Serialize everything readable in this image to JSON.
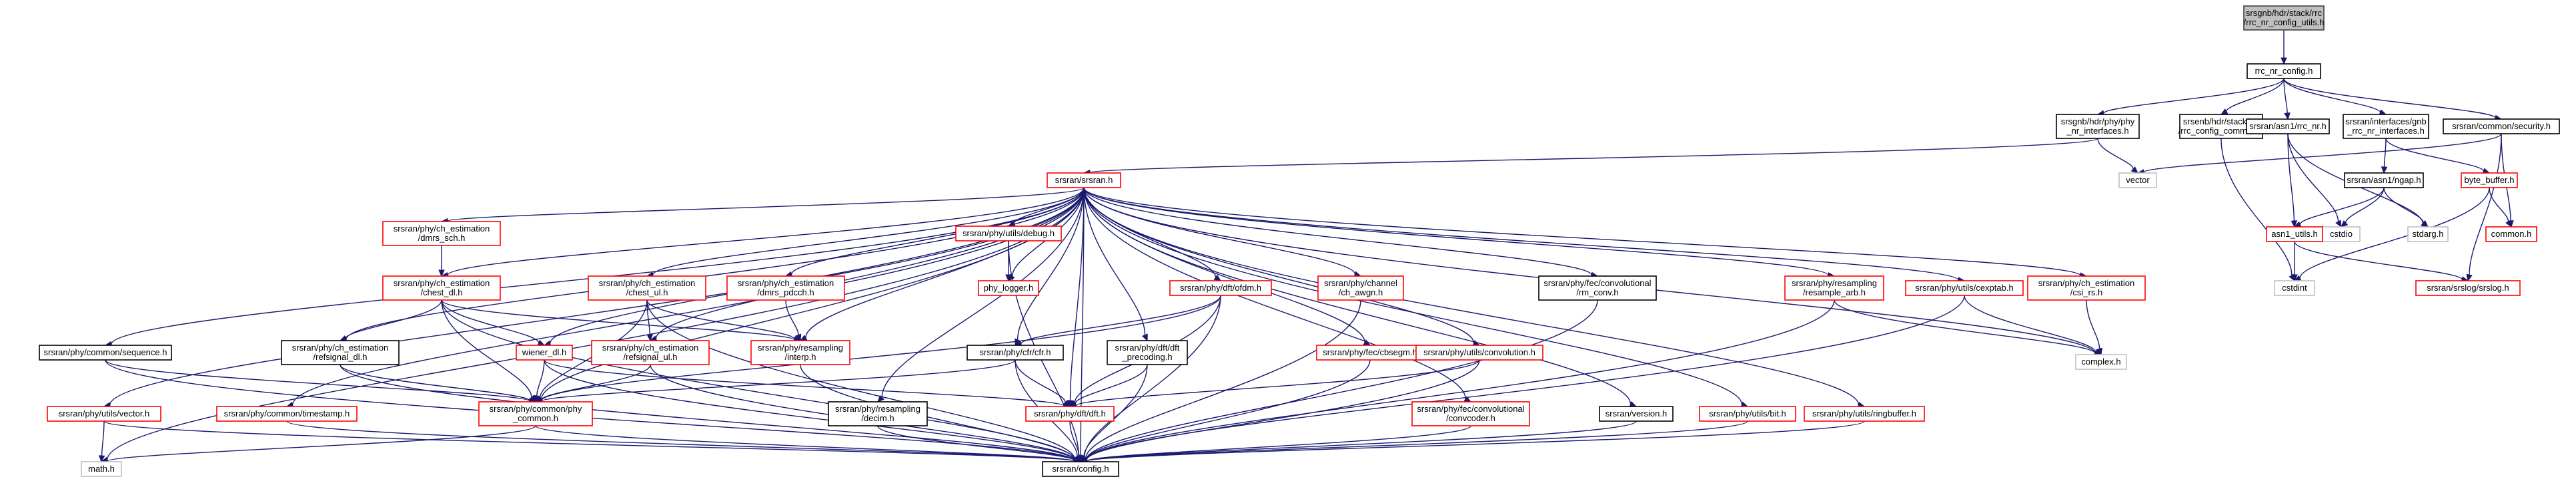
{
  "diagram": {
    "type": "include-dependency-graph",
    "colors": {
      "edge": "#191970",
      "root_fill": "#bfbfbf",
      "root_border": "#404040",
      "documented_border": "#000000",
      "undocumented_border": "#ff0000",
      "system_border": "#bfbfbf",
      "node_fill": "#ffffff"
    },
    "nodes": [
      {
        "id": "root",
        "lines": [
          "srsgnb/hdr/stack/rrc",
          "/rrc_nr_config_utils.h"
        ],
        "kind": "root"
      },
      {
        "id": "rrc_nr_config",
        "lines": [
          "rrc_nr_config.h"
        ],
        "kind": "documented"
      },
      {
        "id": "phy_nr_if",
        "lines": [
          "srsgnb/hdr/phy/phy",
          "_nr_interfaces.h"
        ],
        "kind": "documented"
      },
      {
        "id": "rrc_cfg_common",
        "lines": [
          "srsenb/hdr/stack/rrc",
          "/rrc_config_common.h"
        ],
        "kind": "documented"
      },
      {
        "id": "asn1_rrc_nr",
        "lines": [
          "srsran/asn1/rrc_nr.h"
        ],
        "kind": "documented"
      },
      {
        "id": "gnb_rrc_nr_if",
        "lines": [
          "srsran/interfaces/gnb",
          "_rrc_nr_interfaces.h"
        ],
        "kind": "documented"
      },
      {
        "id": "common_security",
        "lines": [
          "srsran/common/security.h"
        ],
        "kind": "documented"
      },
      {
        "id": "srsran_h",
        "lines": [
          "srsran/srsran.h"
        ],
        "kind": "undocumented"
      },
      {
        "id": "vector",
        "lines": [
          "vector"
        ],
        "kind": "system"
      },
      {
        "id": "asn1_ngap",
        "lines": [
          "srsran/asn1/ngap.h"
        ],
        "kind": "documented"
      },
      {
        "id": "byte_buffer",
        "lines": [
          "byte_buffer.h"
        ],
        "kind": "undocumented"
      },
      {
        "id": "cstdio",
        "lines": [
          "cstdio"
        ],
        "kind": "system"
      },
      {
        "id": "stdarg",
        "lines": [
          "stdarg.h"
        ],
        "kind": "system"
      },
      {
        "id": "asn1_utils",
        "lines": [
          "asn1_utils.h"
        ],
        "kind": "undocumented"
      },
      {
        "id": "common_h",
        "lines": [
          "common.h"
        ],
        "kind": "undocumented"
      },
      {
        "id": "cstdint",
        "lines": [
          "cstdint"
        ],
        "kind": "system"
      },
      {
        "id": "srslog",
        "lines": [
          "srsran/srslog/srslog.h"
        ],
        "kind": "undocumented"
      },
      {
        "id": "dmrs_sch",
        "lines": [
          "srsran/phy/ch_estimation",
          "/dmrs_sch.h"
        ],
        "kind": "undocumented"
      },
      {
        "id": "utils_debug",
        "lines": [
          "srsran/phy/utils/debug.h"
        ],
        "kind": "undocumented"
      },
      {
        "id": "phy_logger",
        "lines": [
          "phy_logger.h"
        ],
        "kind": "undocumented"
      },
      {
        "id": "chest_dl",
        "lines": [
          "srsran/phy/ch_estimation",
          "/chest_dl.h"
        ],
        "kind": "undocumented"
      },
      {
        "id": "chest_ul",
        "lines": [
          "srsran/phy/ch_estimation",
          "/chest_ul.h"
        ],
        "kind": "undocumented"
      },
      {
        "id": "dmrs_pdcch",
        "lines": [
          "srsran/phy/ch_estimation",
          "/dmrs_pdcch.h"
        ],
        "kind": "undocumented"
      },
      {
        "id": "dft_ofdm",
        "lines": [
          "srsran/phy/dft/ofdm.h"
        ],
        "kind": "undocumented"
      },
      {
        "id": "ch_awgn",
        "lines": [
          "srsran/phy/channel",
          "/ch_awgn.h"
        ],
        "kind": "undocumented"
      },
      {
        "id": "rm_conv",
        "lines": [
          "srsran/phy/fec/convolutional",
          "/rm_conv.h"
        ],
        "kind": "documented"
      },
      {
        "id": "resample_arb",
        "lines": [
          "srsran/phy/resampling",
          "/resample_arb.h"
        ],
        "kind": "undocumented"
      },
      {
        "id": "cexptab",
        "lines": [
          "srsran/phy/utils/cexptab.h"
        ],
        "kind": "undocumented"
      },
      {
        "id": "csi_rs",
        "lines": [
          "srsran/phy/ch_estimation",
          "/csi_rs.h"
        ],
        "kind": "undocumented"
      },
      {
        "id": "complex_h",
        "lines": [
          "complex.h"
        ],
        "kind": "system"
      },
      {
        "id": "sequence",
        "lines": [
          "srsran/phy/common/sequence.h"
        ],
        "kind": "documented"
      },
      {
        "id": "refsignal_dl",
        "lines": [
          "srsran/phy/ch_estimation",
          "/refsignal_dl.h"
        ],
        "kind": "documented"
      },
      {
        "id": "wiener_dl",
        "lines": [
          "wiener_dl.h"
        ],
        "kind": "undocumented"
      },
      {
        "id": "refsignal_ul",
        "lines": [
          "srsran/phy/ch_estimation",
          "/refsignal_ul.h"
        ],
        "kind": "undocumented"
      },
      {
        "id": "interp",
        "lines": [
          "srsran/phy/resampling",
          "/interp.h"
        ],
        "kind": "undocumented"
      },
      {
        "id": "cfr",
        "lines": [
          "srsran/phy/cfr/cfr.h"
        ],
        "kind": "documented"
      },
      {
        "id": "dft_precoding",
        "lines": [
          "srsran/phy/dft/dft",
          "_precoding.h"
        ],
        "kind": "documented"
      },
      {
        "id": "cbsegm",
        "lines": [
          "srsran/phy/fec/cbsegm.h"
        ],
        "kind": "undocumented"
      },
      {
        "id": "utils_convolution",
        "lines": [
          "srsran/phy/utils/convolution.h"
        ],
        "kind": "undocumented"
      },
      {
        "id": "utils_vector",
        "lines": [
          "srsran/phy/utils/vector.h"
        ],
        "kind": "undocumented"
      },
      {
        "id": "timestamp",
        "lines": [
          "srsran/phy/common/timestamp.h"
        ],
        "kind": "undocumented"
      },
      {
        "id": "phy_common",
        "lines": [
          "srsran/phy/common/phy",
          "_common.h"
        ],
        "kind": "undocumented"
      },
      {
        "id": "decim",
        "lines": [
          "srsran/phy/resampling",
          "/decim.h"
        ],
        "kind": "documented"
      },
      {
        "id": "dft_h",
        "lines": [
          "srsran/phy/dft/dft.h"
        ],
        "kind": "undocumented"
      },
      {
        "id": "convcoder",
        "lines": [
          "srsran/phy/fec/convolutional",
          "/convcoder.h"
        ],
        "kind": "undocumented"
      },
      {
        "id": "version",
        "lines": [
          "srsran/version.h"
        ],
        "kind": "documented"
      },
      {
        "id": "utils_bit",
        "lines": [
          "srsran/phy/utils/bit.h"
        ],
        "kind": "undocumented"
      },
      {
        "id": "ringbuffer",
        "lines": [
          "srsran/phy/utils/ringbuffer.h"
        ],
        "kind": "undocumented"
      },
      {
        "id": "math_h",
        "lines": [
          "math.h"
        ],
        "kind": "system"
      },
      {
        "id": "config_h",
        "lines": [
          "srsran/config.h"
        ],
        "kind": "documented"
      }
    ],
    "edges": [
      [
        "root",
        "rrc_nr_config"
      ],
      [
        "rrc_nr_config",
        "phy_nr_if"
      ],
      [
        "rrc_nr_config",
        "rrc_cfg_common"
      ],
      [
        "rrc_nr_config",
        "asn1_rrc_nr"
      ],
      [
        "rrc_nr_config",
        "gnb_rrc_nr_if"
      ],
      [
        "rrc_nr_config",
        "common_security"
      ],
      [
        "phy_nr_if",
        "srsran_h"
      ],
      [
        "phy_nr_if",
        "vector"
      ],
      [
        "rrc_cfg_common",
        "cstdint"
      ],
      [
        "asn1_rrc_nr",
        "asn1_utils"
      ],
      [
        "asn1_rrc_nr",
        "cstdio"
      ],
      [
        "asn1_rrc_nr",
        "stdarg"
      ],
      [
        "gnb_rrc_nr_if",
        "asn1_ngap"
      ],
      [
        "gnb_rrc_nr_if",
        "byte_buffer"
      ],
      [
        "common_security",
        "vector"
      ],
      [
        "common_security",
        "common_h"
      ],
      [
        "common_security",
        "srslog"
      ],
      [
        "asn1_ngap",
        "asn1_utils"
      ],
      [
        "asn1_ngap",
        "cstdio"
      ],
      [
        "asn1_ngap",
        "stdarg"
      ],
      [
        "byte_buffer",
        "common_h"
      ],
      [
        "byte_buffer",
        "cstdint"
      ],
      [
        "asn1_utils",
        "cstdint"
      ],
      [
        "asn1_utils",
        "srslog"
      ],
      [
        "srsran_h",
        "dmrs_sch"
      ],
      [
        "srsran_h",
        "utils_debug"
      ],
      [
        "srsran_h",
        "phy_logger"
      ],
      [
        "srsran_h",
        "chest_dl"
      ],
      [
        "srsran_h",
        "chest_ul"
      ],
      [
        "srsran_h",
        "dmrs_pdcch"
      ],
      [
        "srsran_h",
        "dft_ofdm"
      ],
      [
        "srsran_h",
        "ch_awgn"
      ],
      [
        "srsran_h",
        "rm_conv"
      ],
      [
        "srsran_h",
        "resample_arb"
      ],
      [
        "srsran_h",
        "cexptab"
      ],
      [
        "srsran_h",
        "csi_rs"
      ],
      [
        "srsran_h",
        "complex_h"
      ],
      [
        "srsran_h",
        "sequence"
      ],
      [
        "srsran_h",
        "refsignal_dl"
      ],
      [
        "srsran_h",
        "wiener_dl"
      ],
      [
        "srsran_h",
        "refsignal_ul"
      ],
      [
        "srsran_h",
        "interp"
      ],
      [
        "srsran_h",
        "cfr"
      ],
      [
        "srsran_h",
        "dft_precoding"
      ],
      [
        "srsran_h",
        "cbsegm"
      ],
      [
        "srsran_h",
        "utils_convolution"
      ],
      [
        "srsran_h",
        "utils_vector"
      ],
      [
        "srsran_h",
        "timestamp"
      ],
      [
        "srsran_h",
        "phy_common"
      ],
      [
        "srsran_h",
        "decim"
      ],
      [
        "srsran_h",
        "dft_h"
      ],
      [
        "srsran_h",
        "convcoder"
      ],
      [
        "srsran_h",
        "version"
      ],
      [
        "srsran_h",
        "utils_bit"
      ],
      [
        "srsran_h",
        "ringbuffer"
      ],
      [
        "srsran_h",
        "math_h"
      ],
      [
        "srsran_h",
        "config_h"
      ],
      [
        "dmrs_sch",
        "chest_dl"
      ],
      [
        "utils_debug",
        "phy_logger"
      ],
      [
        "utils_debug",
        "config_h"
      ],
      [
        "chest_dl",
        "refsignal_dl"
      ],
      [
        "chest_dl",
        "wiener_dl"
      ],
      [
        "chest_dl",
        "interp"
      ],
      [
        "chest_dl",
        "phy_common"
      ],
      [
        "chest_dl",
        "config_h"
      ],
      [
        "chest_ul",
        "refsignal_ul"
      ],
      [
        "chest_ul",
        "interp"
      ],
      [
        "chest_ul",
        "phy_common"
      ],
      [
        "chest_ul",
        "config_h"
      ],
      [
        "dmrs_pdcch",
        "interp"
      ],
      [
        "dft_ofdm",
        "cfr"
      ],
      [
        "dft_ofdm",
        "dft_h"
      ],
      [
        "dft_ofdm",
        "phy_common"
      ],
      [
        "dft_ofdm",
        "config_h"
      ],
      [
        "ch_awgn",
        "config_h"
      ],
      [
        "rm_conv",
        "config_h"
      ],
      [
        "resample_arb",
        "complex_h"
      ],
      [
        "resample_arb",
        "config_h"
      ],
      [
        "cexptab",
        "complex_h"
      ],
      [
        "cexptab",
        "config_h"
      ],
      [
        "csi_rs",
        "complex_h"
      ],
      [
        "sequence",
        "phy_common"
      ],
      [
        "sequence",
        "config_h"
      ],
      [
        "refsignal_dl",
        "phy_common"
      ],
      [
        "refsignal_dl",
        "config_h"
      ],
      [
        "wiener_dl",
        "phy_common"
      ],
      [
        "wiener_dl",
        "dft_h"
      ],
      [
        "wiener_dl",
        "config_h"
      ],
      [
        "refsignal_ul",
        "phy_common"
      ],
      [
        "refsignal_ul",
        "config_h"
      ],
      [
        "interp",
        "config_h"
      ],
      [
        "cfr",
        "phy_common"
      ],
      [
        "cfr",
        "dft_h"
      ],
      [
        "cfr",
        "config_h"
      ],
      [
        "dft_precoding",
        "dft_h"
      ],
      [
        "dft_precoding",
        "config_h"
      ],
      [
        "cbsegm",
        "config_h"
      ],
      [
        "utils_convolution",
        "dft_h"
      ],
      [
        "utils_convolution",
        "config_h"
      ],
      [
        "utils_vector",
        "math_h"
      ],
      [
        "utils_vector",
        "config_h"
      ],
      [
        "timestamp",
        "config_h"
      ],
      [
        "phy_common",
        "math_h"
      ],
      [
        "phy_common",
        "config_h"
      ],
      [
        "decim",
        "config_h"
      ],
      [
        "dft_h",
        "config_h"
      ],
      [
        "convcoder",
        "config_h"
      ],
      [
        "version",
        "config_h"
      ],
      [
        "utils_bit",
        "config_h"
      ],
      [
        "ringbuffer",
        "config_h"
      ]
    ]
  }
}
